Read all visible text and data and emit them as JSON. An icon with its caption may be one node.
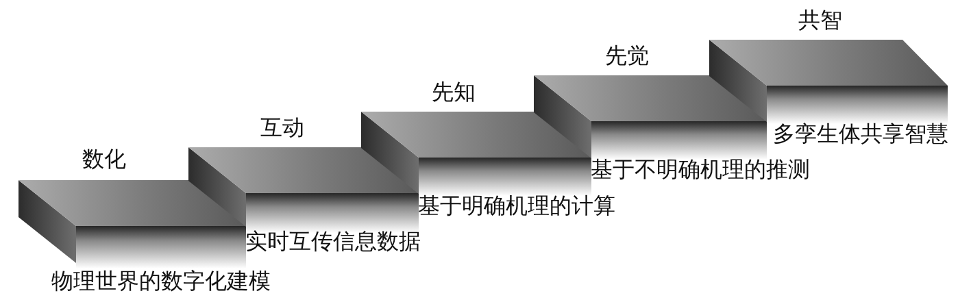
{
  "diagram": {
    "nodes": [
      {
        "text": [
          "数化",
          "物理世界的数字化建模"
        ]
      },
      {
        "text": [
          "互动",
          "实时互传信息数据"
        ]
      },
      {
        "text": [
          "先知",
          "基于明确机理的计算"
        ]
      },
      {
        "text": [
          "先觉",
          "基于不明确机理的推测"
        ]
      },
      {
        "text": [
          "共智",
          "多孪生体共享智慧"
        ]
      }
    ]
  }
}
